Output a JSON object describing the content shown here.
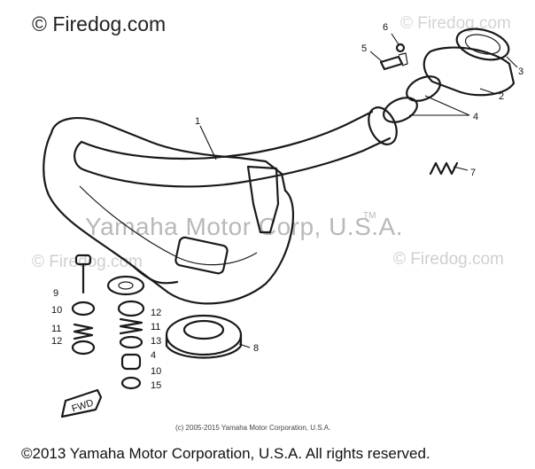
{
  "watermarks": {
    "top_left": "© Firedog.com",
    "top_right": "© Firedog.com",
    "center": "Yamaha Motor Corp, U.S.A.",
    "center_tm": "TM",
    "left": "© Firedog.com",
    "right": "© Firedog.com"
  },
  "diagram": {
    "fwd_label": "FWD",
    "callouts": [
      {
        "id": "c1",
        "label": "1"
      },
      {
        "id": "c2",
        "label": "2"
      },
      {
        "id": "c3",
        "label": "3"
      },
      {
        "id": "c4",
        "label": "4"
      },
      {
        "id": "c5",
        "label": "5"
      },
      {
        "id": "c6",
        "label": "6"
      },
      {
        "id": "c7",
        "label": "7"
      },
      {
        "id": "c8",
        "label": "8"
      },
      {
        "id": "c9",
        "label": "9"
      },
      {
        "id": "c10a",
        "label": "10"
      },
      {
        "id": "c11a",
        "label": "11"
      },
      {
        "id": "c12a",
        "label": "12"
      },
      {
        "id": "c12b",
        "label": "12"
      },
      {
        "id": "c11b",
        "label": "11"
      },
      {
        "id": "c13",
        "label": "13"
      },
      {
        "id": "c4b",
        "label": "4"
      },
      {
        "id": "c10b",
        "label": "10"
      },
      {
        "id": "c15",
        "label": "15"
      }
    ]
  },
  "credit_small": "(c) 2005-2015 Yamaha Motor Corporation, U.S.A.",
  "footer": "©2013 Yamaha Motor Corporation, U.S.A. All rights reserved."
}
